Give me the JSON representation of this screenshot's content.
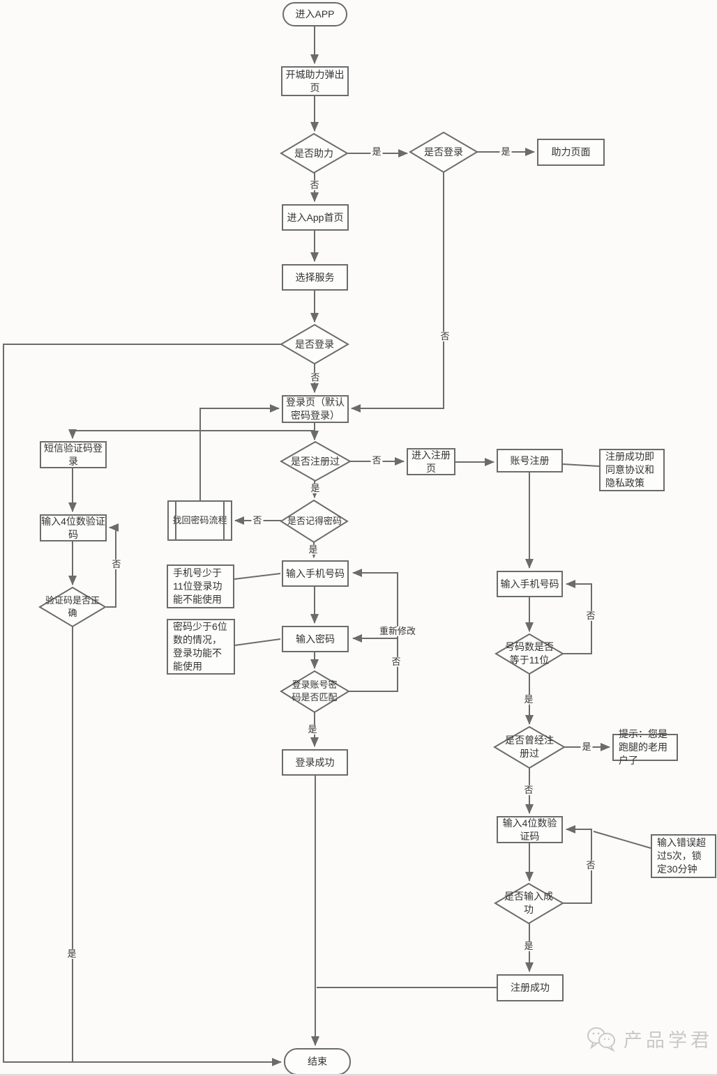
{
  "flowchart": {
    "nodes": {
      "enter_app": "进入APP",
      "open_city_popup": "开城助力弹出页",
      "is_assist": "是否助力",
      "is_login_top": "是否登录",
      "assist_page": "助力页面",
      "app_home": "进入App首页",
      "select_service": "选择服务",
      "is_login_mid": "是否登录",
      "login_page": "登录页（默认密码登录）",
      "sms_login": "短信验证码登录",
      "is_registered": "是否注册过",
      "enter_register_page": "进入注册页",
      "account_register": "账号注册",
      "register_agreement_note": "注册成功即同意协议和隐私政策",
      "forgot_password_flow": "找回密码流程",
      "remember_password": "是否记得密码",
      "input_sms_code": "输入4位数验证码",
      "is_code_correct": "验证码是否正确",
      "input_phone_login": "输入手机号码",
      "phone_length_note": "手机号少于11位登录功能不能使用",
      "password_length_note": "密码少于6位数的情况，登录功能不能使用",
      "input_password": "输入密码",
      "is_match": "登录账号密码是否匹配",
      "login_success": "登录成功",
      "input_phone_register": "输入手机号码",
      "is_phone_11": "号码数是否等于11位",
      "ever_registered": "是否曾经注册过",
      "old_user_tip": "提示：您是跑腿的老用户了",
      "input_code_register": "输入4位数验证码",
      "code_error_note": "输入错误超过5次，锁定30分钟",
      "is_input_success": "是否输入成功",
      "register_success": "注册成功",
      "end": "结束"
    },
    "edge_labels": {
      "yes": "是",
      "no": "否",
      "re_modify": "重新修改"
    }
  },
  "watermark": {
    "text": "产品学君",
    "icon": "wechat-icon"
  },
  "colors": {
    "line": "#6b6b6b",
    "node_border": "#6b6b6b",
    "node_fill": "#fdfdfc",
    "background": "#fcfbf9",
    "text": "#333333",
    "watermark": "#c8c8c6"
  }
}
